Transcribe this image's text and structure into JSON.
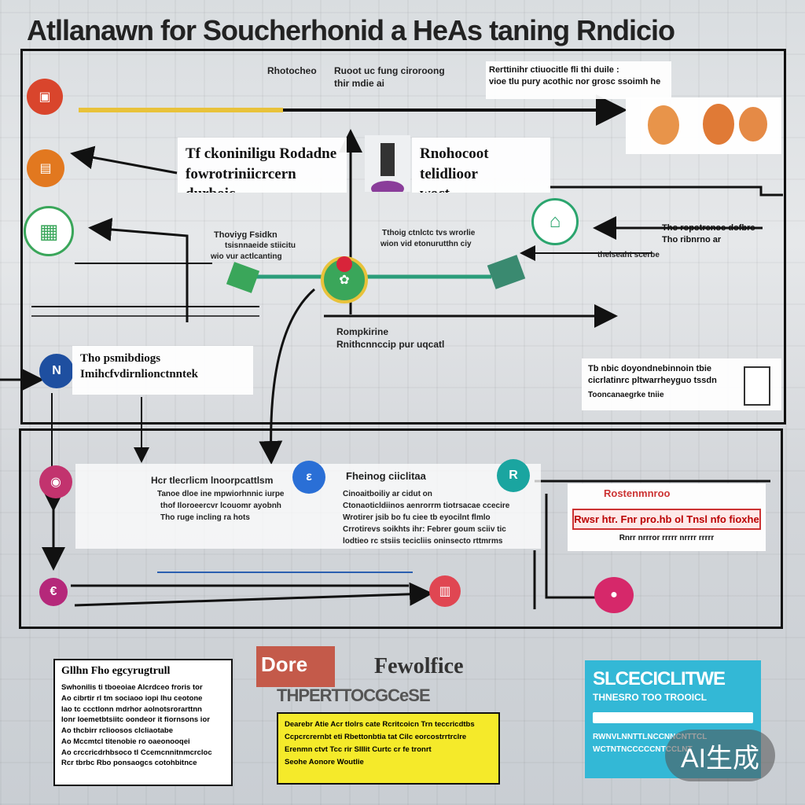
{
  "title": "Atllanawn for Soucherhonid a HeAs taning Rndicio",
  "badge": "AI生成",
  "colors": {
    "red": "#d9452c",
    "orange": "#e2781f",
    "green": "#3aa65a",
    "navy": "#1e4fa0",
    "pink": "#c2336e",
    "blue": "#2a6fd6",
    "teal": "#1aa5a0",
    "magenta": "#b5287a",
    "yellow_panel": "#f5ea2a",
    "cyan_panel": "#33b8d6",
    "gold_line": "#e8c23a"
  },
  "icons": {
    "node_top_left": "red-circle-icon",
    "node_left_2": "orange-circle-icon",
    "node_left_3": "green-bus-icon",
    "node_mid": "navy-circle-icon",
    "node_lower_1": "pink-circle-icon",
    "node_lower_2": "magenta-circle-icon",
    "node_center": "blue-circle-icon",
    "node_right": "teal-circle-icon",
    "node_bottom_right": "pink-apple-icon",
    "node_center_right": "red-cabinet-icon"
  },
  "top": {
    "label_1": "Rhotocheo",
    "label_2": "Ruoot uc fung ciroroong",
    "label_2b": "thir mdie ai",
    "label_3": "Rerttinihr ctiuocitle fli thi duile :",
    "label_3b": "vioe tlu pury acothic nor grosc ssoimh he",
    "mid_left_1": "Tf ckoniniligu Rodadne",
    "mid_left_2": "fowrotriniicrcern durboic",
    "mid_right_1": "Rnohocoot telidlioor",
    "mid_right_2": "woct boneschembienrs"
  },
  "middle": {
    "left_label_1": "Thoviyg Fsidkn",
    "left_label_2": "tsisnnaeide stiicitu",
    "left_label_3": "wio vur actlcanting",
    "center_label_1": "Tthoig ctnlctc tvs wrorlie",
    "center_label_2": "wion vid etonurutthn ciy",
    "right_label_1": "thelseaht scerbe",
    "right_label_2": "Tho ropotrenoe dofbre",
    "right_label_3": "Tho ribnrno ar",
    "arrow_label_1": "Rompkirine",
    "arrow_label_2": "Rnithcnnccip pur uqcatl",
    "left_box_1": "Tho psmibdiogs",
    "left_box_2": "Imihcfvdirnlionctnntek",
    "right_note_1": "Tb nbic doyondnebinnoin tbie",
    "right_note_2": "cicrlatinrc pltwarrheyguo tssdn",
    "right_note_3": "Tooncanaegrke tniie"
  },
  "lower": {
    "col1_title": "Hcr tlecrlicm lnoorpcattlsm",
    "col1_l1": "Tanoe dloe ine mpwiorhnnic iurpe",
    "col1_l2": "thof Iloroeercvr lcouomr ayobnh",
    "col1_l3": "Tho ruge incling ra hots",
    "col2_title": "Fheinog ciiclitaa",
    "col2_l1": "Cinoaitboiliy ar cidut on",
    "col2_l2": "Ctonaoticldiinos aenrorrm tiotrsacae ccecire",
    "col2_l3": "Wrotirer jsib bo fu ciee tb eyocilnt flmlo",
    "col2_l4": "Crrotirevs soikhts ihr: Febrer goum sciiv tic",
    "col2_l5": "lodtieo rc stsiis tecicliis oninsecto rttmrms",
    "right_header": "Rostenmnroo",
    "red_strip": "Rwsr htr. Fnr pro.hb ol Tnsl nfo fioxhe",
    "red_sub": "Rnrr  nrrror  rrrrr  nrrrr  rrrrr"
  },
  "bottom": {
    "note_title": "Gllhn  Fho egcyrugtrull",
    "note_lines": [
      "Swhonilis  ti tboeoiae Alcrdceo froris tor",
      "Ao cibrtir rl tm sociaoo iopi lhu ceotone",
      "Iao tc ccctlonn mdrhor aolnotsrorarttnn",
      "Ionr Ioemetbtsiitc oondeor it fiornsons ior",
      "Ao thcbirr rclioosos clcliaotabe",
      "Ao Mccmtcl titenobie ro oaeonooqei",
      "Ao crccricdrhbsoco tl Ccemcnnitnmcrcloc",
      "Rcr tbrbc  Rbo ponsaogcs cotohbitnce"
    ],
    "stamp_1": "Dore",
    "stamp_2": "Fewolfice",
    "stamp_3": "THPERTTOCGCeSE",
    "yellow_lines": [
      "Dearebr Atie Acr tlolrs cate  Rcritcoicn Trn teccricdtbs",
      "Ccpcrcrernbt eti Rbettonbtia tat Cilc eorcostrrtrclre",
      "Erenmn ctvt Tcc rir SIIIit  Curtc cr fe tronrt",
      "Seohe  Aonore  Woutlie"
    ],
    "cyan_title": "SLCECICLITWE",
    "cyan_sub": "THNESRO TOO TROOICL",
    "cyan_lines": [
      "RWNVLNNTTLNCCNNCNTTCL",
      "WCTNTNCCCCCNTCCLNT"
    ]
  }
}
